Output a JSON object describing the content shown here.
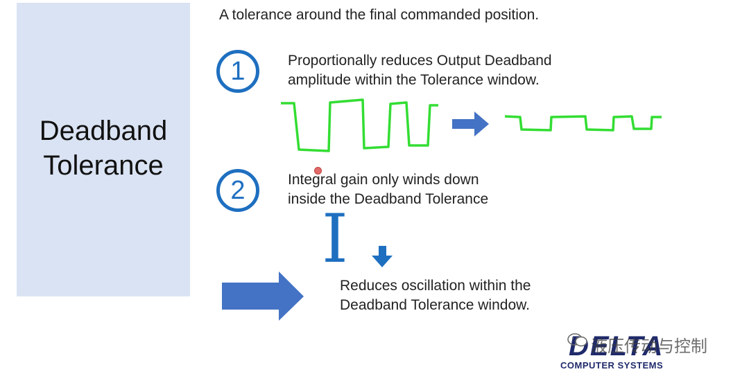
{
  "side_panel": {
    "title_line1": "Deadband",
    "title_line2": "Tolerance"
  },
  "subtitle": "A tolerance around the final commanded position.",
  "points": [
    {
      "number": "1",
      "text_line1": "Proportionally reduces Output Deadband",
      "text_line2": "amplitude within the Tolerance window."
    },
    {
      "number": "2",
      "text_line1": "Integral gain only winds down",
      "text_line2": "inside the Deadband Tolerance"
    }
  ],
  "integral_symbol": "I",
  "result": {
    "text_line1": "Reduces oscillation within the",
    "text_line2": "Deadband Tolerance window."
  },
  "logo": {
    "wordmark": "DELTA",
    "subtitle": "COMPUTER SYSTEMS"
  },
  "watermark": "液压传动与控制",
  "colors": {
    "panel": "#dae3f3",
    "accent_blue": "#1e6fc0",
    "arrow_blue": "#4472c4",
    "wave_green": "#33dd33",
    "logo_navy": "#1f2a6b"
  }
}
